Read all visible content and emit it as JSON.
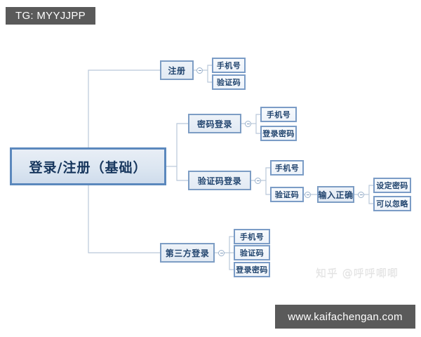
{
  "meta": {
    "background_color": "#ffffff",
    "node_border_color": "#7b9cc6",
    "root_border_color": "#5b88bd",
    "node_text_color": "#22456f",
    "connector_color": "#b9c7d9",
    "badge_background": "#5a5a5a",
    "badge_text_color": "#ffffff",
    "watermark_color": "#e2e2e2"
  },
  "overlays": {
    "tg_badge": "TG: MYYJJPP",
    "url_badge": "www.kaifachengan.com",
    "zhihu_watermark": "知乎 @呼呼唧唧"
  },
  "mindmap": {
    "root": {
      "label": "登录/注册（基础）"
    },
    "branches": [
      {
        "label": "注册",
        "children": [
          {
            "label": "手机号"
          },
          {
            "label": "验证码"
          }
        ]
      },
      {
        "label": "密码登录",
        "children": [
          {
            "label": "手机号"
          },
          {
            "label": "登录密码"
          }
        ]
      },
      {
        "label": "验证码登录",
        "children": [
          {
            "label": "手机号"
          },
          {
            "label": "验证码",
            "children": [
              {
                "label": "输入正确",
                "children": [
                  {
                    "label": "设定密码"
                  },
                  {
                    "label": "可以忽略"
                  }
                ]
              }
            ]
          }
        ]
      },
      {
        "label": "第三方登录",
        "children": [
          {
            "label": "手机号"
          },
          {
            "label": "验证码"
          },
          {
            "label": "登录密码"
          }
        ]
      }
    ]
  }
}
